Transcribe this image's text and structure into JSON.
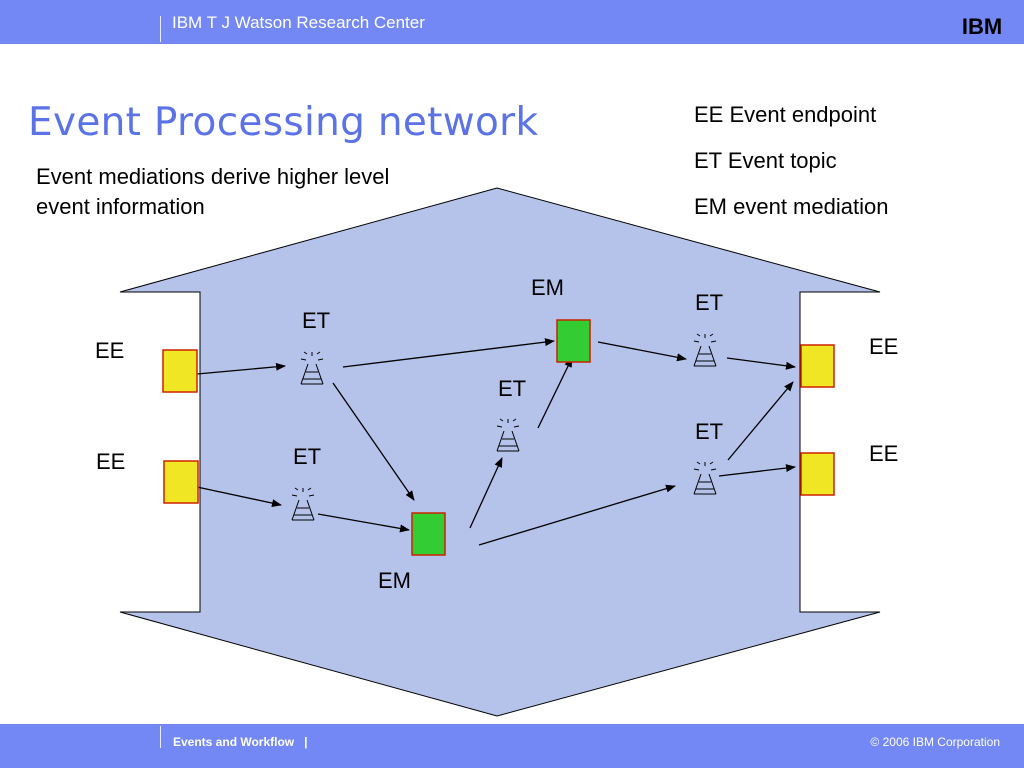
{
  "header": {
    "center_name": "IBM T J Watson Research Center",
    "logo_text": "IBM"
  },
  "slide": {
    "title": "Event Processing network",
    "subtitle": "Event mediations derive higher level event information"
  },
  "legend": [
    {
      "text": "EE  Event endpoint"
    },
    {
      "text": "ET  Event topic"
    },
    {
      "text": "EM event mediation"
    }
  ],
  "diagram": {
    "colors": {
      "network_fill": "#b5c3eb",
      "endpoint_fill": "#f1e623",
      "mediation_fill": "#33cc33",
      "box_stroke": "#cc2200"
    },
    "labels": {
      "ee_in_top": "EE",
      "ee_in_bottom": "EE",
      "ee_out_top": "EE",
      "ee_out_bottom": "EE",
      "et_1": "ET",
      "et_2": "ET",
      "et_3": "ET",
      "et_4": "ET",
      "et_5": "ET",
      "em_top": "EM",
      "em_bottom": "EM"
    },
    "topic_icon": "broadcast-tower-icon"
  },
  "footer": {
    "left": "Events and Workflow   |",
    "right": "© 2006 IBM Corporation"
  }
}
